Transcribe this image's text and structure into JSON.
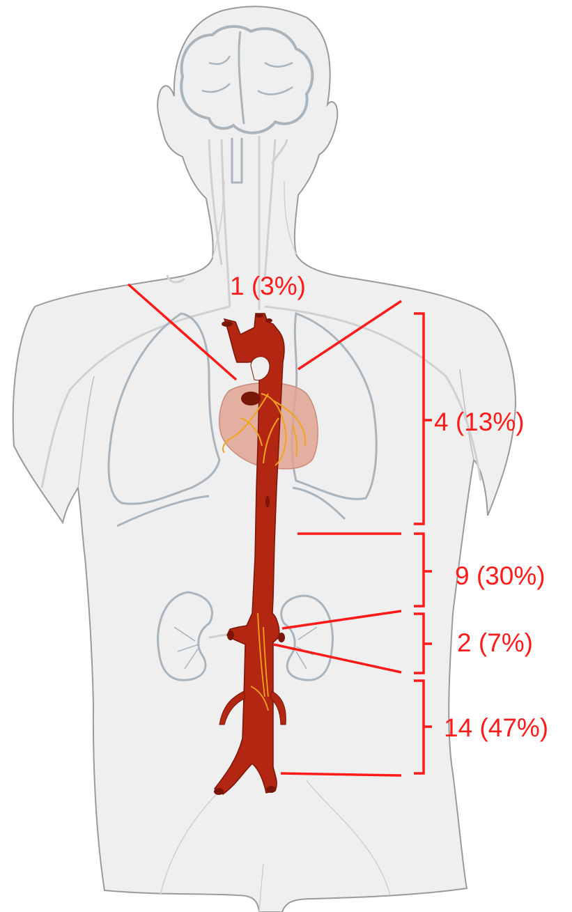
{
  "colors": {
    "annotation": "#ff1a1a",
    "body_fill": "#efefef",
    "body_outline": "#9a9a9a",
    "organ_outline": "#a9b4bd",
    "vessel_outline": "#d0d0d0",
    "aorta": "#b32611",
    "aorta_dark": "#7a1608",
    "coronary": "#f2a41a",
    "heart": "#dfa393"
  },
  "labels": {
    "segment_1": "1 (3%)",
    "segment_4": "4 (13%)",
    "segment_9": "9 (30%)",
    "segment_2": "2 (7%)",
    "segment_14": "14 (47%)"
  },
  "icons": [
    "brain-icon",
    "lungs-icon",
    "heart-icon",
    "kidney-icon",
    "aorta-icon"
  ]
}
